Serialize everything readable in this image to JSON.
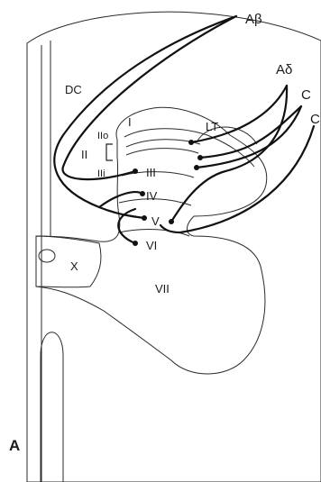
{
  "figure": {
    "panel_label": "A",
    "colors": {
      "white_matter": "#f7e7b3",
      "gray_matter": "#efc79f",
      "gray_matter_light": "#f1cfa8",
      "outline": "#2a2a2a",
      "fiber": "#111111",
      "background": "#ffffff"
    },
    "regions": {
      "dorsal_column": "DC",
      "lissauer_tract": "LT",
      "lamina_X": "X",
      "lamina_VII": "VII"
    },
    "laminae": {
      "I": "I",
      "II": "II",
      "IIo": "IIo",
      "IIi": "IIi",
      "III": "III",
      "IV": "IV",
      "V": "V",
      "VI": "VI"
    },
    "fibers": {
      "a_beta": "Aβ",
      "a_delta": "Aδ",
      "c1": "C",
      "c2": "C"
    }
  }
}
